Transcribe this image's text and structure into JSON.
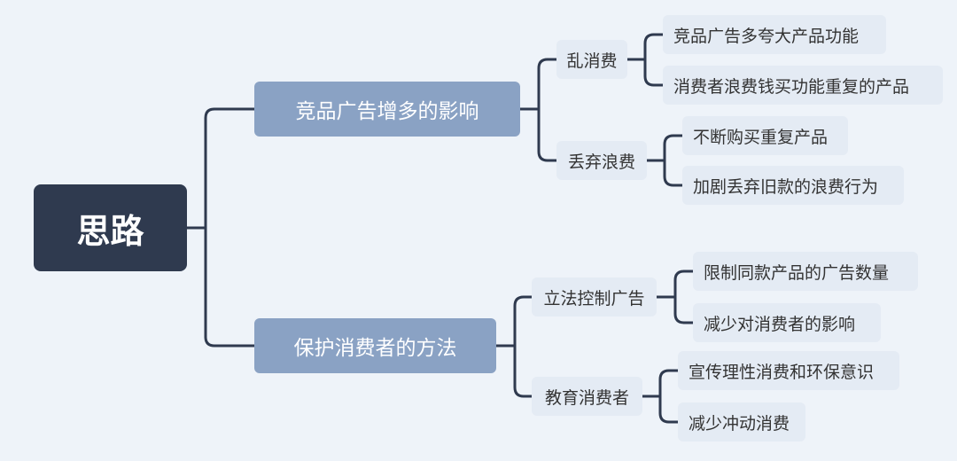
{
  "colors": {
    "background": "#eef3f9",
    "root_fill": "#2f3a4f",
    "branch_fill": "#8aa2c4",
    "leaf_fill": "#e4ebf4",
    "connector": "#2f3a4f"
  },
  "mindmap": {
    "root": "思路",
    "branches": [
      {
        "label": "竞品广告增多的影响",
        "children": [
          {
            "label": "乱消费",
            "children": [
              "竞品广告多夸大产品功能",
              "消费者浪费钱买功能重复的产品"
            ]
          },
          {
            "label": "丢弃浪费",
            "children": [
              "不断购买重复产品",
              "加剧丢弃旧款的浪费行为"
            ]
          }
        ]
      },
      {
        "label": "保护消费者的方法",
        "children": [
          {
            "label": "立法控制广告",
            "children": [
              "限制同款产品的广告数量",
              "减少对消费者的影响"
            ]
          },
          {
            "label": "教育消费者",
            "children": [
              "宣传理性消费和环保意识",
              "减少冲动消费"
            ]
          }
        ]
      }
    ]
  }
}
